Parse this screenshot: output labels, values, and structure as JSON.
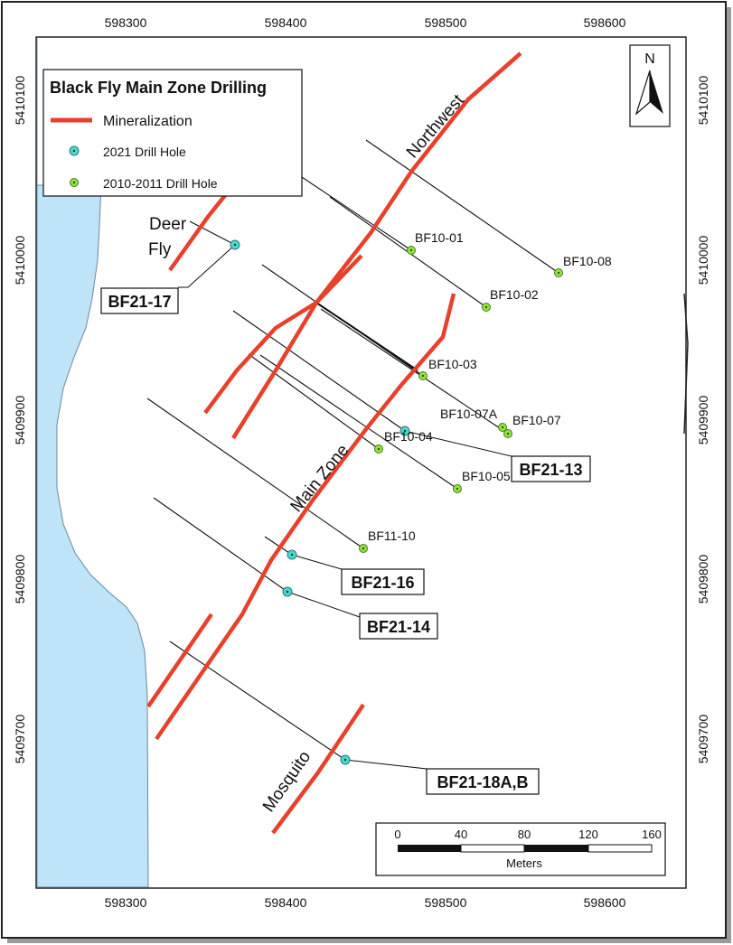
{
  "map": {
    "title": "Black Fly Main Zone Drilling",
    "legend": {
      "mineralization": "Mineralization",
      "drill_2021": "2021 Drill Hole",
      "drill_2010": "2010-2011 Drill Hole"
    },
    "colors": {
      "mineralization": "#e8412b",
      "water": "#bfe3f7",
      "drill_2021": "#45dccd",
      "drill_2010": "#8fe43a"
    },
    "north_label": "N",
    "x_ticks": [
      "598300",
      "598400",
      "598500",
      "598600"
    ],
    "y_ticks": [
      "5410100",
      "5410000",
      "5409900",
      "5409800",
      "5409700"
    ],
    "zone_labels": {
      "northwest": "Northwest",
      "main_zone": "Main Zone",
      "mosquito": "Mosquito",
      "deer": "Deer",
      "fly": "Fly"
    },
    "hole_labels": {
      "bf10_01": "BF10-01",
      "bf10_02": "BF10-02",
      "bf10_03": "BF10-03",
      "bf10_04": "BF10-04",
      "bf10_05": "BF10-05",
      "bf10_07": "BF10-07",
      "bf10_07a": "BF10-07A",
      "bf10_08": "BF10-08",
      "bf11_10": "BF11-10"
    },
    "callouts": {
      "bf21_17": "BF21-17",
      "bf21_13": "BF21-13",
      "bf21_16": "BF21-16",
      "bf21_14": "BF21-14",
      "bf21_18": "BF21-18A,B"
    },
    "scale": {
      "ticks": [
        "0",
        "40",
        "80",
        "120",
        "160"
      ],
      "unit": "Meters"
    }
  }
}
